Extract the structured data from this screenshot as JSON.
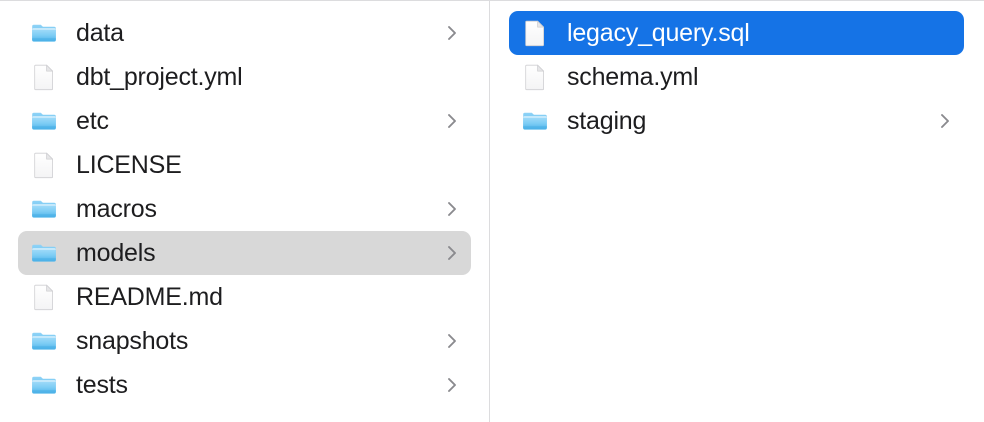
{
  "view": {
    "kind": "finder-column-view",
    "divider_color": "#dcdcde",
    "background": "#ffffff",
    "text_color": "#1d1d1f",
    "selection_active_color": "#1573e6",
    "selection_inactive_color": "#d8d8d8",
    "folder_icon_color": "#6fc5f4",
    "chevron_color": "#8a8a8e"
  },
  "columns": [
    {
      "name": "parent-column",
      "items": [
        {
          "label": "data",
          "icon": "folder-icon",
          "has_chevron": true,
          "selected": false,
          "selection": "none"
        },
        {
          "label": "dbt_project.yml",
          "icon": "document-icon",
          "has_chevron": false,
          "selected": false,
          "selection": "none"
        },
        {
          "label": "etc",
          "icon": "folder-icon",
          "has_chevron": true,
          "selected": false,
          "selection": "none"
        },
        {
          "label": "LICENSE",
          "icon": "document-icon",
          "has_chevron": false,
          "selected": false,
          "selection": "none"
        },
        {
          "label": "macros",
          "icon": "folder-icon",
          "has_chevron": true,
          "selected": false,
          "selection": "none"
        },
        {
          "label": "models",
          "icon": "folder-icon",
          "has_chevron": true,
          "selected": true,
          "selection": "gray"
        },
        {
          "label": "README.md",
          "icon": "document-icon",
          "has_chevron": false,
          "selected": false,
          "selection": "none"
        },
        {
          "label": "snapshots",
          "icon": "folder-icon",
          "has_chevron": true,
          "selected": false,
          "selection": "none"
        },
        {
          "label": "tests",
          "icon": "folder-icon",
          "has_chevron": true,
          "selected": false,
          "selection": "none"
        }
      ]
    },
    {
      "name": "child-column",
      "items": [
        {
          "label": "legacy_query.sql",
          "icon": "document-icon",
          "has_chevron": false,
          "selected": true,
          "selection": "blue"
        },
        {
          "label": "schema.yml",
          "icon": "document-icon",
          "has_chevron": false,
          "selected": false,
          "selection": "none"
        },
        {
          "label": "staging",
          "icon": "folder-icon",
          "has_chevron": true,
          "selected": false,
          "selection": "none"
        }
      ]
    }
  ]
}
